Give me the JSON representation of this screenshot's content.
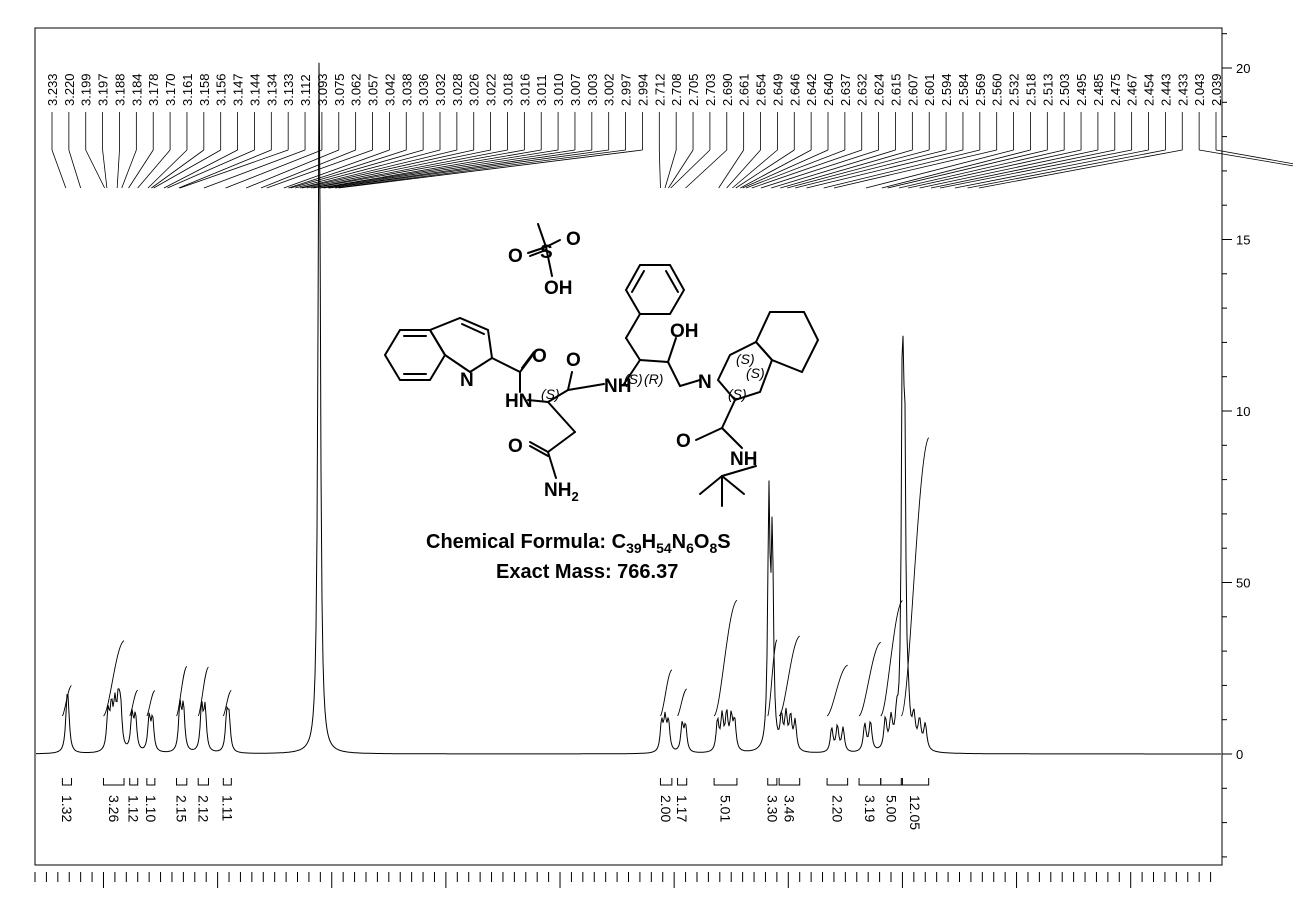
{
  "chart_data": {
    "type": "line",
    "title": "",
    "xlabel": "",
    "ylabel": "",
    "xlim": [
      3.26,
      2.22
    ],
    "ylim": [
      -3.2,
      21
    ],
    "x_reversed": true,
    "grid": false,
    "y_ticks": [
      {
        "value": 20,
        "label": "20"
      },
      {
        "value": 15,
        "label": "15"
      },
      {
        "value": 10,
        "label": "10"
      },
      {
        "value": 5,
        "label": "50"
      },
      {
        "value": 0,
        "label": "0"
      }
    ],
    "peak_labels": [
      "3.233",
      "3.220",
      "3.199",
      "3.197",
      "3.188",
      "3.184",
      "3.178",
      "3.170",
      "3.161",
      "3.158",
      "3.156",
      "3.147",
      "3.144",
      "3.134",
      "3.133",
      "3.112",
      "3.093",
      "3.075",
      "3.062",
      "3.057",
      "3.042",
      "3.038",
      "3.036",
      "3.032",
      "3.028",
      "3.026",
      "3.022",
      "3.018",
      "3.016",
      "3.011",
      "3.010",
      "3.007",
      "3.003",
      "3.002",
      "2.997",
      "2.994",
      "2.712",
      "2.708",
      "2.705",
      "2.703",
      "2.690",
      "2.661",
      "2.654",
      "2.649",
      "2.646",
      "2.642",
      "2.640",
      "2.637",
      "2.632",
      "2.624",
      "2.615",
      "2.607",
      "2.601",
      "2.594",
      "2.584",
      "2.569",
      "2.560",
      "2.532",
      "2.518",
      "2.513",
      "2.503",
      "2.495",
      "2.485",
      "2.475",
      "2.467",
      "2.454",
      "2.443",
      "2.433",
      "2.043",
      "2.039"
    ],
    "integrals": [
      {
        "label": "1.32",
        "from": 3.236,
        "to": 3.228
      },
      {
        "label": "3.26",
        "from": 3.2,
        "to": 3.182
      },
      {
        "label": "1.12",
        "from": 3.177,
        "to": 3.17
      },
      {
        "label": "1.10",
        "from": 3.162,
        "to": 3.155
      },
      {
        "label": "2.15",
        "from": 3.136,
        "to": 3.127
      },
      {
        "label": "2.12",
        "from": 3.117,
        "to": 3.108
      },
      {
        "label": "1.11",
        "from": 3.095,
        "to": 3.088
      },
      {
        "label": "2.00",
        "from": 2.712,
        "to": 2.702
      },
      {
        "label": "1.17",
        "from": 2.697,
        "to": 2.689
      },
      {
        "label": "5.01",
        "from": 2.665,
        "to": 2.645
      },
      {
        "label": "3.30",
        "from": 2.618,
        "to": 2.61
      },
      {
        "label": "3.46",
        "from": 2.608,
        "to": 2.59
      },
      {
        "label": "2.20",
        "from": 2.566,
        "to": 2.548
      },
      {
        "label": "3.19",
        "from": 2.538,
        "to": 2.519
      },
      {
        "label": "5.00",
        "from": 2.519,
        "to": 2.5
      },
      {
        "label": "12.05",
        "from": 2.501,
        "to": 2.477
      }
    ],
    "peaks": [
      {
        "center": 3.232,
        "height": 1.05,
        "width": 0.0015
      },
      {
        "center": 3.231,
        "height": 0.95,
        "width": 0.0015
      },
      {
        "center": 3.196,
        "height": 1.1,
        "width": 0.0014
      },
      {
        "center": 3.193,
        "height": 1.15,
        "width": 0.0014
      },
      {
        "center": 3.19,
        "height": 1.2,
        "width": 0.0014
      },
      {
        "center": 3.187,
        "height": 1.25,
        "width": 0.0014
      },
      {
        "center": 3.185,
        "height": 1.15,
        "width": 0.0014
      },
      {
        "center": 3.175,
        "height": 1.05,
        "width": 0.0014
      },
      {
        "center": 3.172,
        "height": 1.0,
        "width": 0.0014
      },
      {
        "center": 3.16,
        "height": 1.0,
        "width": 0.0014
      },
      {
        "center": 3.157,
        "height": 0.95,
        "width": 0.0014
      },
      {
        "center": 3.133,
        "height": 1.35,
        "width": 0.0014
      },
      {
        "center": 3.13,
        "height": 1.3,
        "width": 0.0014
      },
      {
        "center": 3.114,
        "height": 1.3,
        "width": 0.0014
      },
      {
        "center": 3.111,
        "height": 1.25,
        "width": 0.0014
      },
      {
        "center": 3.092,
        "height": 1.0,
        "width": 0.0014
      },
      {
        "center": 3.09,
        "height": 0.95,
        "width": 0.0014
      },
      {
        "center": 3.011,
        "height": 20.5,
        "width": 0.0013
      },
      {
        "center": 2.711,
        "height": 0.85,
        "width": 0.0014
      },
      {
        "center": 2.708,
        "height": 0.9,
        "width": 0.0014
      },
      {
        "center": 2.705,
        "height": 0.85,
        "width": 0.0014
      },
      {
        "center": 2.693,
        "height": 0.8,
        "width": 0.0014
      },
      {
        "center": 2.69,
        "height": 0.75,
        "width": 0.0014
      },
      {
        "center": 2.662,
        "height": 0.9,
        "width": 0.0014
      },
      {
        "center": 2.658,
        "height": 1.0,
        "width": 0.0014
      },
      {
        "center": 2.654,
        "height": 1.05,
        "width": 0.0014
      },
      {
        "center": 2.65,
        "height": 0.95,
        "width": 0.0014
      },
      {
        "center": 2.647,
        "height": 0.85,
        "width": 0.0014
      },
      {
        "center": 2.617,
        "height": 7.1,
        "width": 0.0012
      },
      {
        "center": 2.614,
        "height": 6.0,
        "width": 0.0012
      },
      {
        "center": 2.606,
        "height": 0.9,
        "width": 0.0014
      },
      {
        "center": 2.602,
        "height": 1.0,
        "width": 0.0014
      },
      {
        "center": 2.598,
        "height": 0.95,
        "width": 0.0014
      },
      {
        "center": 2.594,
        "height": 0.85,
        "width": 0.0014
      },
      {
        "center": 2.562,
        "height": 0.7,
        "width": 0.0014
      },
      {
        "center": 2.557,
        "height": 0.75,
        "width": 0.0014
      },
      {
        "center": 2.552,
        "height": 0.7,
        "width": 0.0014
      },
      {
        "center": 2.533,
        "height": 0.8,
        "width": 0.0015
      },
      {
        "center": 2.528,
        "height": 0.85,
        "width": 0.0015
      },
      {
        "center": 2.515,
        "height": 0.9,
        "width": 0.0015
      },
      {
        "center": 2.51,
        "height": 0.85,
        "width": 0.0015
      },
      {
        "center": 2.505,
        "height": 0.8,
        "width": 0.0015
      },
      {
        "center": 2.5,
        "height": 11.0,
        "width": 0.0011
      },
      {
        "center": 2.498,
        "height": 8.2,
        "width": 0.0011
      },
      {
        "center": 2.495,
        "height": 0.9,
        "width": 0.0016
      },
      {
        "center": 2.49,
        "height": 0.85,
        "width": 0.0016
      },
      {
        "center": 2.485,
        "height": 0.8,
        "width": 0.0016
      },
      {
        "center": 2.48,
        "height": 0.75,
        "width": 0.0016
      }
    ]
  },
  "annotation": {
    "formula_label": "Chemical Formula: ",
    "formula_c": "C",
    "formula_c_n": "39",
    "formula_h": "H",
    "formula_h_n": "54",
    "formula_n": "N",
    "formula_n_n": "6",
    "formula_o": "O",
    "formula_o_n": "8",
    "formula_s": "S",
    "mass_line": "Exact Mass: 766.37"
  },
  "structure_labels": {
    "ms_o_left": "O",
    "ms_s": "S",
    "ms_o_right": "O",
    "ms_oh": "OH",
    "quin_n": "N",
    "amide1_o": "O",
    "amide1_nh": "HN",
    "stereo_1": "(S)",
    "amide2_o": "O",
    "amide2_nh": "NH",
    "stereo_2": "(S)",
    "stereo_3": "(R)",
    "oh": "OH",
    "side_o": "O",
    "side_nh2": "NH",
    "side_nh2_sub": "2",
    "ring_n": "N",
    "stereo_4": "(S)",
    "stereo_5": "(S)",
    "stereo_6": "(S)",
    "tbu_o": "O",
    "tbu_nh": "NH"
  }
}
